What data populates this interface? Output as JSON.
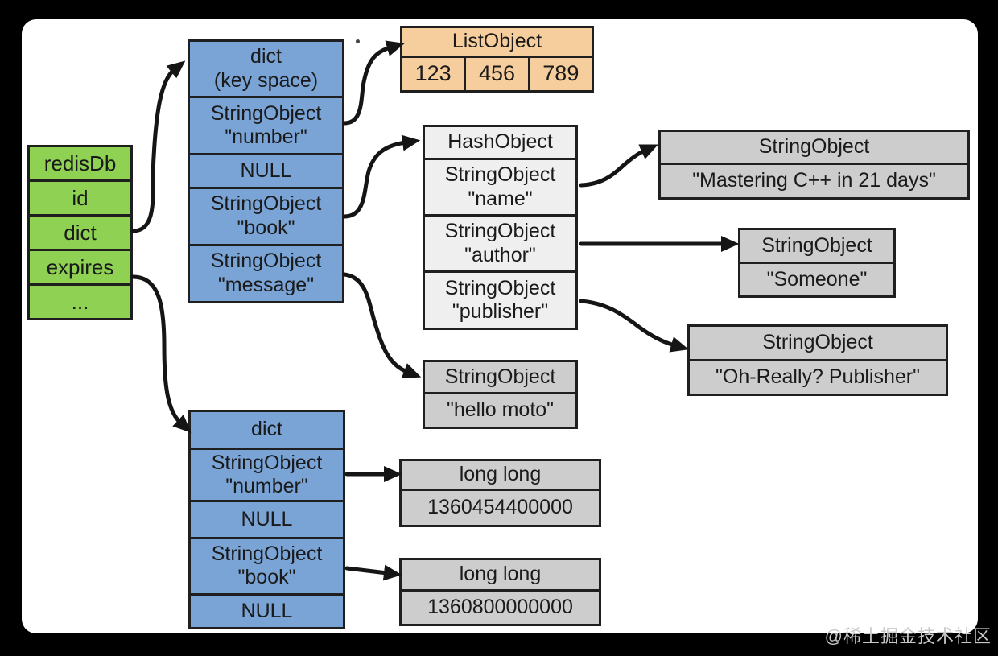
{
  "watermark": "@稀土掘金技术社区",
  "colors": {
    "green": "#8ed153",
    "blue": "#7aa4d6",
    "orange": "#f6cd9c",
    "gray": "#cdcdcd",
    "light_gray": "#efefef",
    "border": "#1f1f1f",
    "frame": "#000000",
    "canvas": "#ffffff",
    "text": "#1a1a1a",
    "watermark_color": "#c8c8c8"
  },
  "boxes": {
    "redisdb": {
      "rows": [
        "redisDb",
        "id",
        "dict",
        "expires",
        "..."
      ]
    },
    "keyspace_dict": {
      "rows": [
        "dict\n(key space)",
        "StringObject\n\"number\"",
        "NULL",
        "StringObject\n\"book\"",
        "StringObject\n\"message\""
      ]
    },
    "list_object": {
      "title": "ListObject",
      "cells": [
        "123",
        "456",
        "789"
      ]
    },
    "hash_object": {
      "rows": [
        "HashObject",
        "StringObject\n\"name\"",
        "StringObject\n\"author\"",
        "StringObject\n\"publisher\""
      ]
    },
    "string_mastering": {
      "title": "StringObject",
      "value": "\"Mastering C++ in 21 days\""
    },
    "string_someone": {
      "title": "StringObject",
      "value": "\"Someone\""
    },
    "string_ohreally": {
      "title": "StringObject",
      "value": "\"Oh-Really? Publisher\""
    },
    "string_hellomoto": {
      "title": "StringObject",
      "value": "\"hello moto\""
    },
    "expires_dict": {
      "rows": [
        "dict",
        "StringObject\n\"number\"",
        "NULL",
        "StringObject\n\"book\"",
        "NULL"
      ]
    },
    "longlong_number": {
      "title": "long long",
      "value": "1360454400000"
    },
    "longlong_book": {
      "title": "long long",
      "value": "1360800000000"
    }
  }
}
